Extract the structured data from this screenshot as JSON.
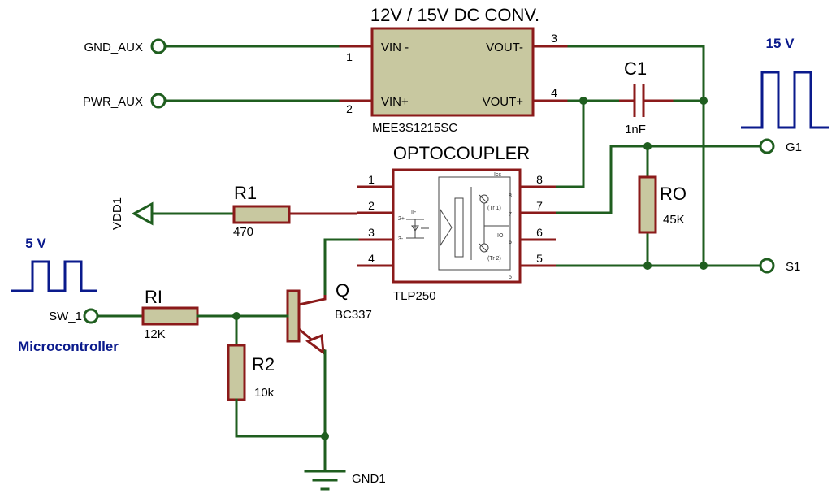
{
  "converter": {
    "title": "12V / 15V DC CONV.",
    "part": "MEE3S1215SC",
    "pins": {
      "vin_minus": "VIN -",
      "vin_plus": "VIN+",
      "vout_minus": "VOUT-",
      "vout_plus": "VOUT+"
    },
    "pin_numbers": [
      "1",
      "2",
      "3",
      "4"
    ]
  },
  "terminals": {
    "gnd_aux": "GND_AUX",
    "pwr_aux": "PWR_AUX",
    "g1": "G1",
    "s1": "S1",
    "sw_1": "SW_1"
  },
  "capacitor": {
    "ref": "C1",
    "value": "1nF"
  },
  "optocoupler": {
    "title": "OPTOCOUPLER",
    "part": "TLP250",
    "pin_numbers": [
      "1",
      "2",
      "3",
      "4",
      "5",
      "6",
      "7",
      "8"
    ]
  },
  "resistors": {
    "r1": {
      "ref": "R1",
      "value": "470"
    },
    "ro": {
      "ref": "RO",
      "value": "45K"
    },
    "ri": {
      "ref": "RI",
      "value": "12K"
    },
    "r2": {
      "ref": "R2",
      "value": "10k"
    }
  },
  "transistor": {
    "ref": "Q",
    "part": "BC337"
  },
  "power": {
    "vdd": "VDD1",
    "gnd": "GND1"
  },
  "signals": {
    "left_voltage": "5 V",
    "left_label": "Microcontroller",
    "right_voltage": "15 V"
  },
  "colors": {
    "wire": "#1f5e1f",
    "component_outline": "#8b1a1a",
    "component_fill": "#c8c8a0",
    "signal_text": "#0a1a8c"
  }
}
